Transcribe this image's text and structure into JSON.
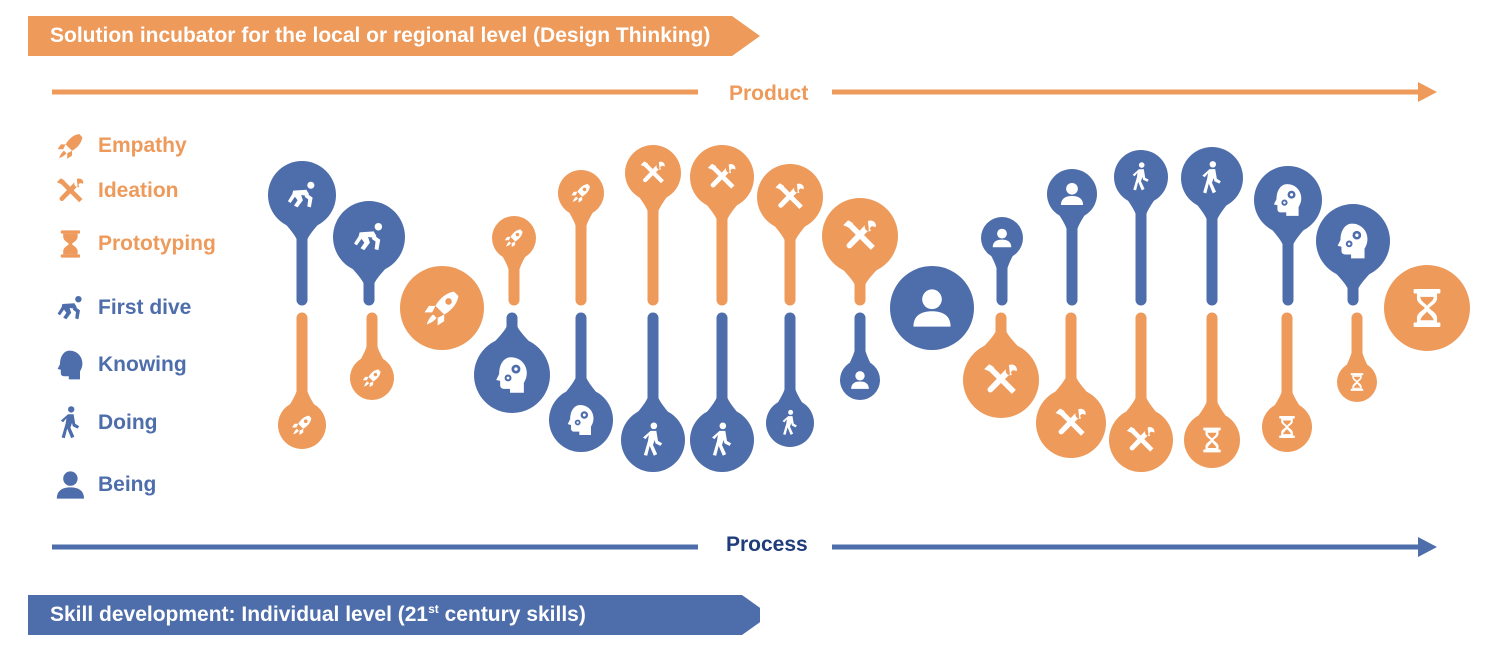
{
  "banners": {
    "top": "Solution incubator for the local or regional level (Design Thinking)",
    "bottom_prefix": "Skill development: Individual level (21",
    "bottom_sup": "st",
    "bottom_suffix": " century skills)"
  },
  "axes": {
    "product": "Product",
    "process": "Process"
  },
  "colors": {
    "orange": "#ED9A5B",
    "blue": "#4E6DAB",
    "navy": "#1F3D7A"
  },
  "legend": [
    {
      "label": "Empathy",
      "icon": "rocket-icon",
      "color": "orange"
    },
    {
      "label": "Ideation",
      "icon": "tools-icon",
      "color": "orange"
    },
    {
      "label": "Prototyping",
      "icon": "hourglass-icon",
      "color": "orange"
    },
    {
      "label": "First dive",
      "icon": "runner-start-icon",
      "color": "blue"
    },
    {
      "label": "Knowing",
      "icon": "head-gears-icon",
      "color": "blue"
    },
    {
      "label": "Doing",
      "icon": "walker-icon",
      "color": "blue"
    },
    {
      "label": "Being",
      "icon": "person-icon",
      "color": "blue"
    }
  ],
  "pins": {
    "top_row": [
      {
        "icon": "runner-start-icon",
        "color": "blue"
      },
      {
        "icon": "runner-start-icon",
        "color": "blue"
      },
      {
        "icon": "rocket-icon",
        "color": "orange"
      },
      {
        "icon": "rocket-icon",
        "color": "orange"
      },
      {
        "icon": "rocket-icon",
        "color": "orange"
      },
      {
        "icon": "tools-icon",
        "color": "orange"
      },
      {
        "icon": "tools-icon",
        "color": "orange"
      },
      {
        "icon": "tools-icon",
        "color": "orange"
      },
      {
        "icon": "tools-icon",
        "color": "orange"
      },
      {
        "icon": "person-icon",
        "color": "blue"
      },
      {
        "icon": "person-icon",
        "color": "blue"
      },
      {
        "icon": "person-icon",
        "color": "blue"
      },
      {
        "icon": "walker-icon",
        "color": "blue"
      },
      {
        "icon": "walker-icon",
        "color": "blue"
      },
      {
        "icon": "head-gears-icon",
        "color": "blue"
      },
      {
        "icon": "head-gears-icon",
        "color": "blue"
      },
      {
        "icon": "hourglass-icon",
        "color": "orange"
      }
    ],
    "bottom_row": [
      {
        "icon": "rocket-icon",
        "color": "orange"
      },
      {
        "icon": "rocket-icon",
        "color": "orange"
      },
      {
        "icon": "head-gears-icon",
        "color": "blue"
      },
      {
        "icon": "head-gears-icon",
        "color": "blue"
      },
      {
        "icon": "walker-icon",
        "color": "blue"
      },
      {
        "icon": "walker-icon",
        "color": "blue"
      },
      {
        "icon": "walker-icon",
        "color": "blue"
      },
      {
        "icon": "person-icon",
        "color": "blue"
      },
      {
        "icon": "tools-icon",
        "color": "orange"
      },
      {
        "icon": "tools-icon",
        "color": "orange"
      },
      {
        "icon": "tools-icon",
        "color": "orange"
      },
      {
        "icon": "hourglass-icon",
        "color": "orange"
      },
      {
        "icon": "hourglass-icon",
        "color": "orange"
      },
      {
        "icon": "hourglass-icon",
        "color": "orange"
      }
    ]
  }
}
